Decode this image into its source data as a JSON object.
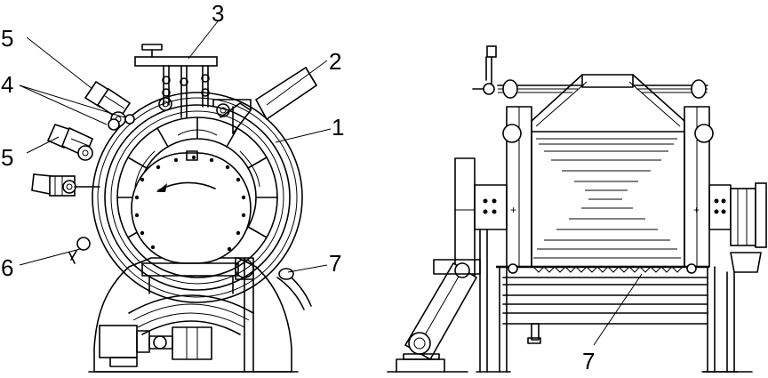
{
  "callouts": {
    "c1": "1",
    "c2": "2",
    "c3": "3",
    "c4": "4",
    "c5a": "5",
    "c5b": "5",
    "c6": "6",
    "c7a": "7",
    "c7b": "7"
  }
}
